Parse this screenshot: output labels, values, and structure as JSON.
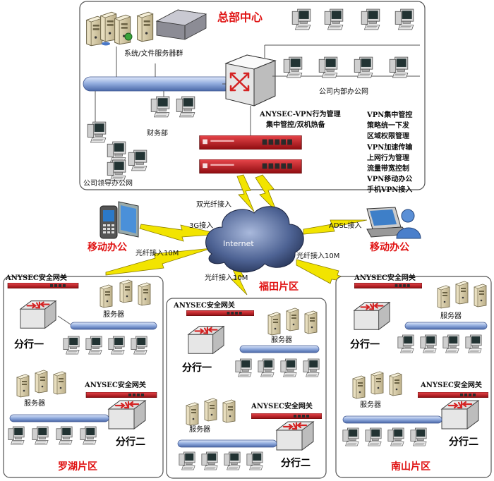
{
  "hq": {
    "title": "总部中心",
    "server_group": "系统/文件服务器群",
    "office_net": "公司内部办公网",
    "finance": "财务部",
    "leaders": "公司领导办公网",
    "vpn_title_line1": "ANYSEC-VPN行为管理",
    "vpn_title_line2": "集中管控/双机热备",
    "features": [
      "VPN集中管控",
      "策略统一下发",
      "区域权限管理",
      "VPN加速传输",
      "上网行为管理",
      "流量带宽控制",
      "VPN移动办公",
      "手机VPN接入"
    ]
  },
  "internet": {
    "cloud_label": "Internet",
    "dual_fiber": "双光纤接入",
    "link_3g": "3G接入",
    "link_adsl": "ADSL接入",
    "link_fiber_left": "光纤接入10M",
    "link_fiber_mid": "光纤接入10M",
    "link_fiber_right": "光纤接入10M",
    "mobile_left": "移动办公",
    "mobile_right": "移动办公"
  },
  "regions": [
    {
      "name": "罗湖片区",
      "gateway1": "ANYSEC安全网关",
      "server1": "服务器",
      "branch1": "分行一",
      "gateway2": "ANYSEC安全网关",
      "server2": "服务器",
      "branch2": "分行二"
    },
    {
      "name": "福田片区",
      "gateway1": "ANYSEC安全网关",
      "server1": "服务器",
      "branch1": "分行一",
      "gateway2": "ANYSEC安全网关",
      "server2": "服务器",
      "branch2": "分行二"
    },
    {
      "name": "南山片区",
      "gateway1": "ANYSEC安全网关",
      "server1": "服务器",
      "branch1": "分行一",
      "gateway2": "ANYSEC安全网关",
      "server2": "服务器",
      "branch2": "分行二"
    }
  ],
  "colors": {
    "title_red": "#e01414",
    "lightning": "#f2e400",
    "backbone": "#9fb7e3",
    "appliance": "#c8171a"
  }
}
